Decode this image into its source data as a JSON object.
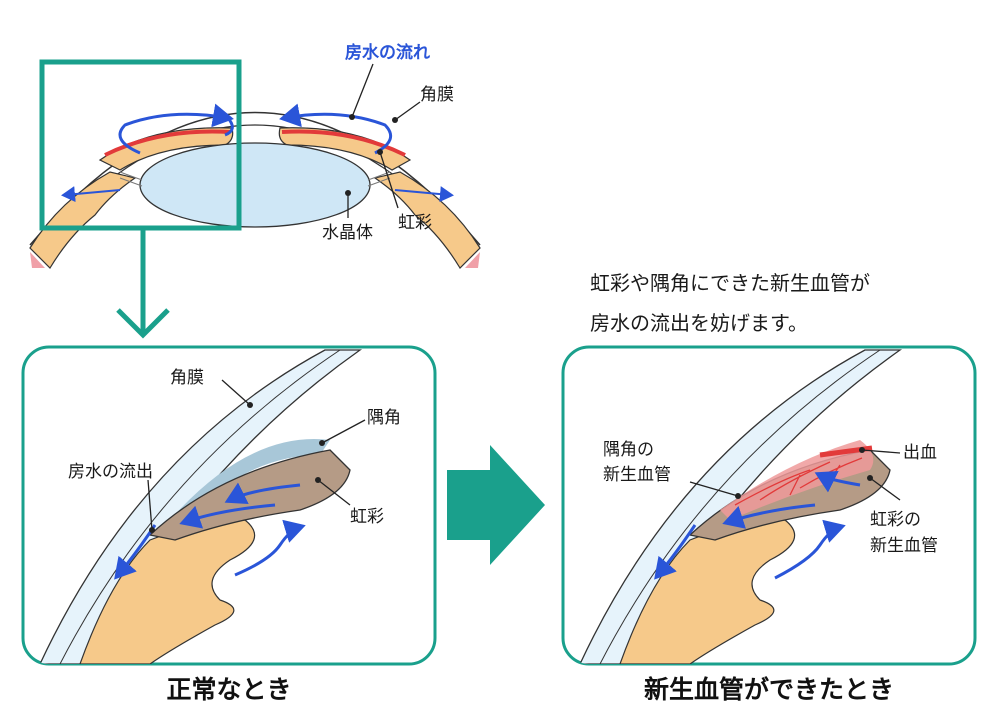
{
  "top_diagram": {
    "labels": {
      "aqueous_flow": "房水の流れ",
      "cornea": "角膜",
      "iris": "虹彩",
      "lens": "水晶体"
    }
  },
  "normal_panel": {
    "labels": {
      "cornea": "角膜",
      "angle": "隅角",
      "aqueous_outflow": "房水の流出",
      "iris": "虹彩"
    },
    "caption": "正常なとき"
  },
  "neovascular_panel": {
    "note_line1": "虹彩や隅角にできた新生血管が",
    "note_line2": "房水の流出を妨げます。",
    "labels": {
      "angle_nv_line1": "隅角の",
      "angle_nv_line2": "新生血管",
      "bleeding": "出血",
      "iris_nv_line1": "虹彩の",
      "iris_nv_line2": "新生血管"
    },
    "caption": "新生血管ができたとき"
  },
  "colors": {
    "teal": "#1aa08c",
    "flow_blue": "#2a55d8",
    "iris_brown": "#b59b86",
    "ciliary_orange": "#f6c98a",
    "lens_blue": "#cfe7f6",
    "vessel_red": "#e23a3a"
  }
}
